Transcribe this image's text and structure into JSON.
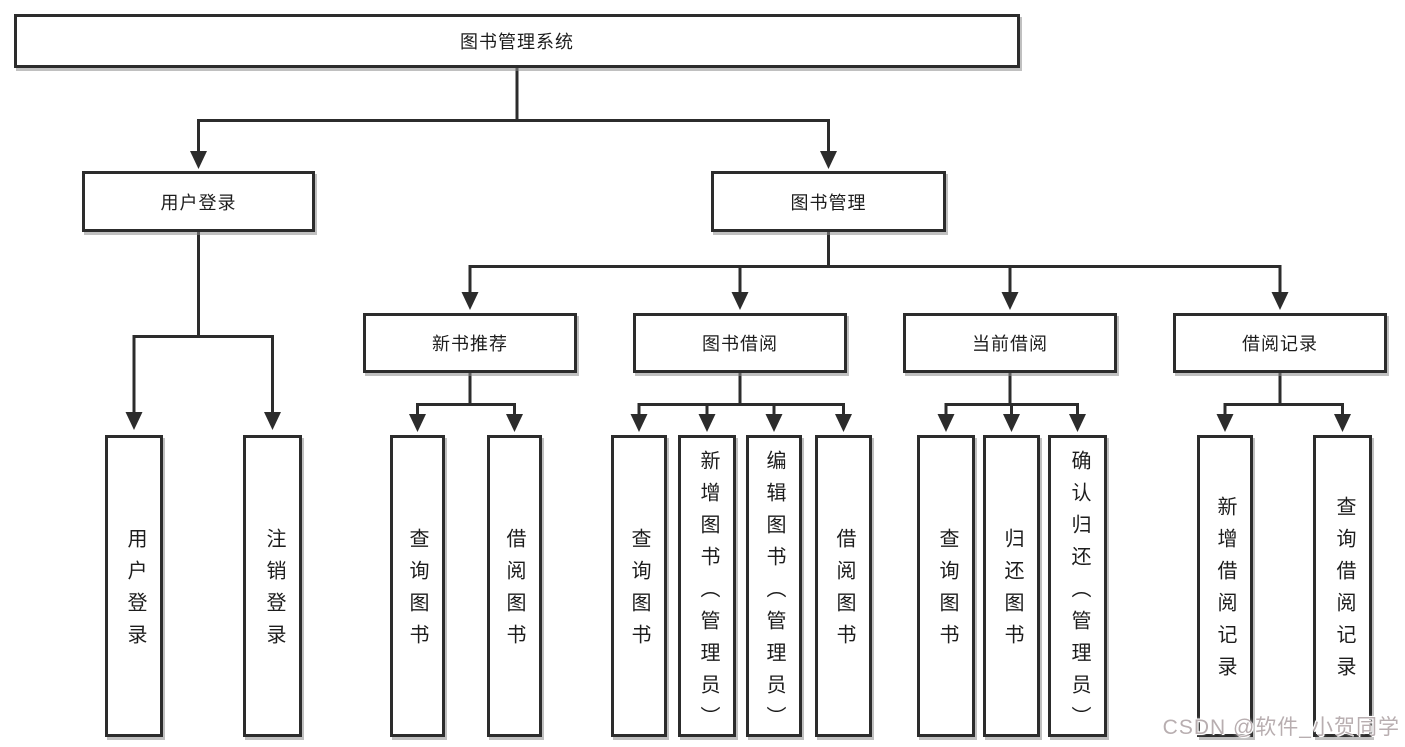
{
  "colors": {
    "line": "#2c2c2c",
    "box_border": "#2c2c2c",
    "text": "#1d1d1d",
    "watermark": "#b8aeb0",
    "background": "#ffffff"
  },
  "tree": {
    "root": {
      "label": "图书管理系统"
    },
    "branches": [
      {
        "label": "用户登录",
        "children": [
          {
            "label": "用户登录"
          },
          {
            "label": "注销登录"
          }
        ]
      },
      {
        "label": "图书管理",
        "groups": [
          {
            "label": "新书推荐",
            "children": [
              {
                "label": "查询图书"
              },
              {
                "label": "借阅图书"
              }
            ]
          },
          {
            "label": "图书借阅",
            "children": [
              {
                "label": "查询图书"
              },
              {
                "label": "新增图书（管理员）"
              },
              {
                "label": "编辑图书（管理员）"
              },
              {
                "label": "借阅图书"
              }
            ]
          },
          {
            "label": "当前借阅",
            "children": [
              {
                "label": "查询图书"
              },
              {
                "label": "归还图书"
              },
              {
                "label": "确认归还（管理员）"
              }
            ]
          },
          {
            "label": "借阅记录",
            "children": [
              {
                "label": "新增借阅记录"
              },
              {
                "label": "查询借阅记录"
              }
            ]
          }
        ]
      }
    ]
  },
  "watermark": {
    "text": "CSDN @软件_小贺同学"
  }
}
